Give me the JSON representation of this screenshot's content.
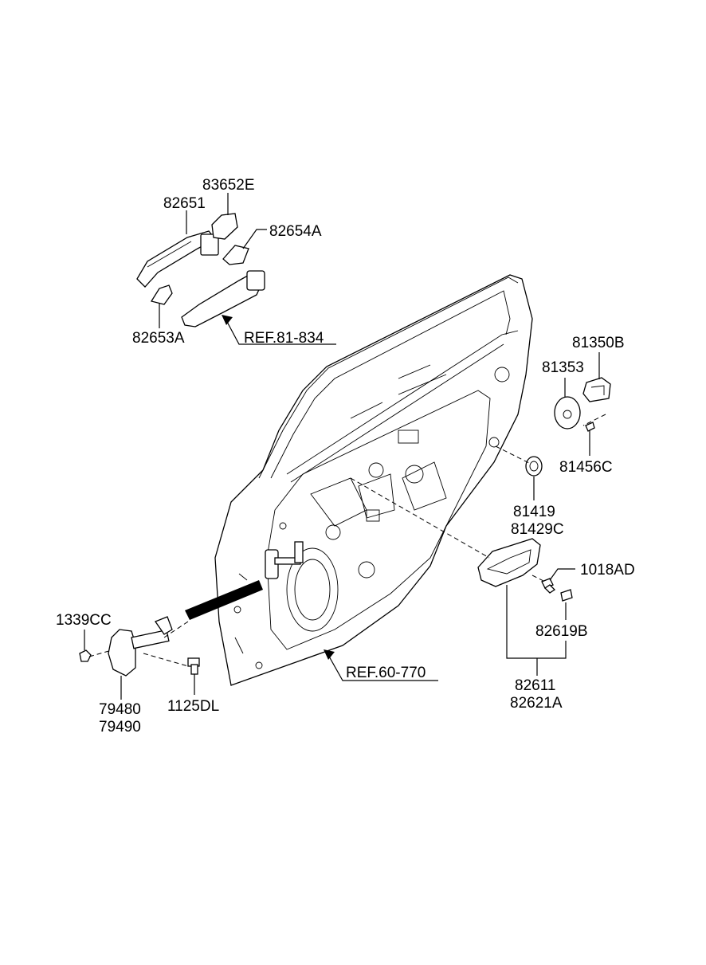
{
  "labels": {
    "l83652E": "83652E",
    "l82651": "82651",
    "l82654A": "82654A",
    "l82653A": "82653A",
    "ref81834": "REF.81-834",
    "l81350B": "81350B",
    "l81353": "81353",
    "l81456C": "81456C",
    "l81419": "81419",
    "l81429C": "81429C",
    "l1018AD": "1018AD",
    "l82619B": "82619B",
    "l82611": "82611",
    "l82621A": "82621A",
    "l1339CC": "1339CC",
    "l79480": "79480",
    "l79490": "79490",
    "l1125DL": "1125DL",
    "ref60770": "REF.60-770"
  }
}
